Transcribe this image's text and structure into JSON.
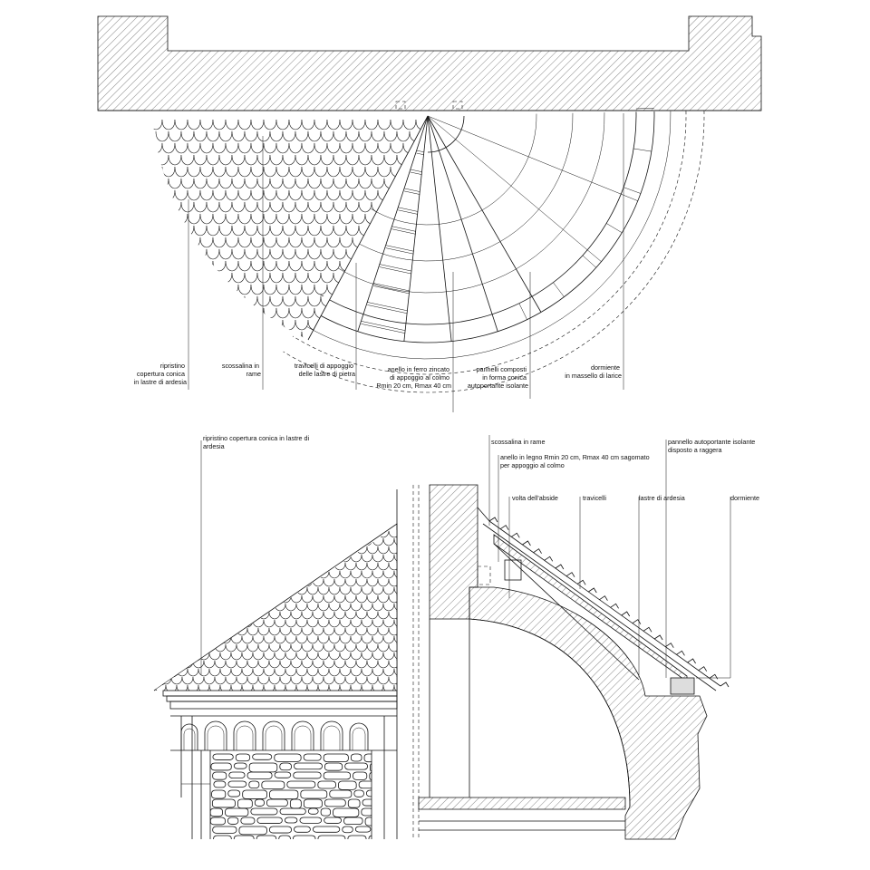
{
  "plan_labels": [
    {
      "id": "plan-label-ripristino",
      "lines": [
        "ripristino",
        "copertura conica",
        "in lastre di ardesia"
      ]
    },
    {
      "id": "plan-label-scossalina",
      "lines": [
        "scossalina in",
        "rame"
      ]
    },
    {
      "id": "plan-label-travicelli",
      "lines": [
        "travicelli di appoggio",
        "delle lastre di pietra"
      ]
    },
    {
      "id": "plan-label-anello-ferro",
      "lines": [
        "anello in  ferro zincato",
        "di appoggio al colmo",
        "Rmin 20 cm, Rmax 40 cm"
      ]
    },
    {
      "id": "plan-label-pannelli",
      "lines": [
        "pannelli composti",
        "in forma conica",
        "autoportante isolante"
      ]
    },
    {
      "id": "plan-label-dormiente",
      "lines": [
        "dormiente",
        "in massello di larice"
      ]
    }
  ],
  "elevation_labels": [
    {
      "id": "elev-label-ripristino",
      "lines": [
        "ripristino copertura conica in lastre di",
        "ardesia"
      ]
    }
  ],
  "section_labels": [
    {
      "id": "sect-label-scossalina",
      "lines": [
        "scossalina in rame"
      ]
    },
    {
      "id": "sect-label-anello-legno",
      "lines": [
        "anello in legno Rmin 20 cm, Rmax 40 cm sagomato",
        "per appoggio al colmo"
      ]
    },
    {
      "id": "sect-label-volta",
      "lines": [
        "volta dell'abside"
      ]
    },
    {
      "id": "sect-label-travicelli",
      "lines": [
        "travicelli"
      ]
    },
    {
      "id": "sect-label-lastre",
      "lines": [
        "lastre di ardesia"
      ]
    },
    {
      "id": "sect-label-pannello",
      "lines": [
        "pannello autoportante isolante",
        "disposto a raggera"
      ]
    },
    {
      "id": "sect-label-dormiente",
      "lines": [
        "dormiente"
      ]
    }
  ]
}
